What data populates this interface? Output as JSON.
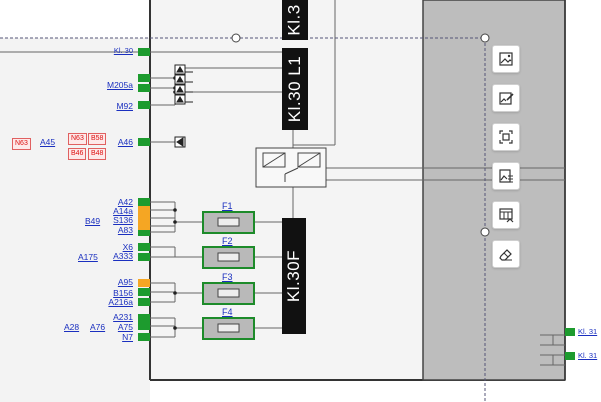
{
  "left_labels": {
    "kl30_top": "Kl. 30",
    "m205a": "M205a",
    "m92": "M92",
    "a46": "A46",
    "a45": "A45",
    "a42": "A42",
    "a14a": "A14a",
    "s136": "S136",
    "a83": "A83",
    "b49": "B49",
    "x6": "X6",
    "a333": "A333",
    "a175": "A175",
    "a95": "A95",
    "b156": "B156",
    "a216a": "A216a",
    "a231": "A231",
    "a75": "A75",
    "a76": "A76",
    "a28": "A28",
    "n7": "N7"
  },
  "red_tags": {
    "n63_left": "N63",
    "n63": "N63",
    "b58": "B58",
    "b46": "B46",
    "b48": "B48"
  },
  "bus_labels": {
    "kl3_top": "Kl.3",
    "kl30_l1": "Kl.30 L1",
    "kl30f": "Kl.30F"
  },
  "fuses": [
    "F1",
    "F2",
    "F3",
    "F4"
  ],
  "right_labels": {
    "kl31_a": "Kl. 31",
    "kl31_b": "Kl. 31"
  },
  "toolbar": [
    {
      "name": "insert-image-icon"
    },
    {
      "name": "edit-image-icon"
    },
    {
      "name": "fit-frame-icon"
    },
    {
      "name": "image-text-icon"
    },
    {
      "name": "table-insert-icon"
    },
    {
      "name": "eraser-icon"
    }
  ],
  "colors": {
    "terminal_green": "#1d9b2e",
    "terminal_orange": "#f5a623",
    "fuse_fill": "#b9b9b9",
    "panel_gray": "#bdbdbd",
    "link_blue": "#1a2fbf",
    "selection": "#555577"
  }
}
